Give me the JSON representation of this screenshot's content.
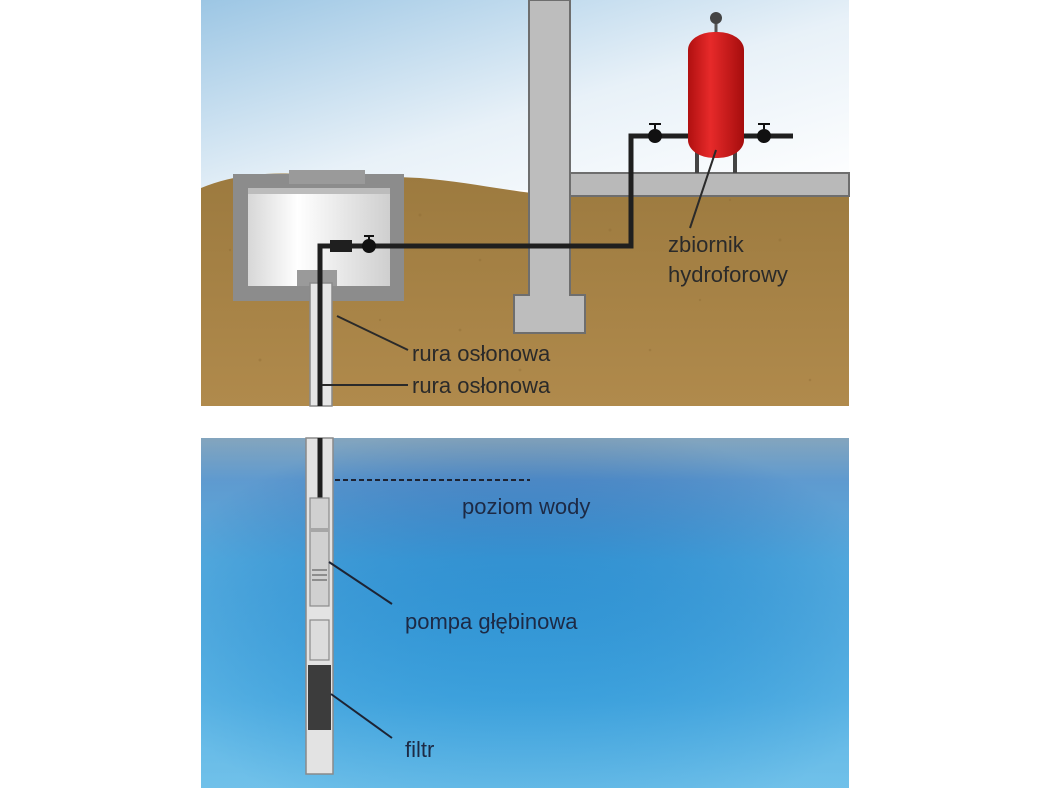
{
  "labels": {
    "tank_line1": "zbiornik",
    "tank_line2": "hydroforowy",
    "casing_pipe_1": "rura osłonowa",
    "casing_pipe_2": "rura osłonowa",
    "water_level": "poziom wody",
    "deep_pump": "pompa głębinowa",
    "filter": "filtr"
  },
  "colors": {
    "sky_top": "#a9cde6",
    "soil": "#a88448",
    "water": "#2e8fcf",
    "tank": "#d61c1c",
    "pipe": "#222222",
    "concrete": "#b9b9b9",
    "well_box": "#8a8a8a"
  }
}
